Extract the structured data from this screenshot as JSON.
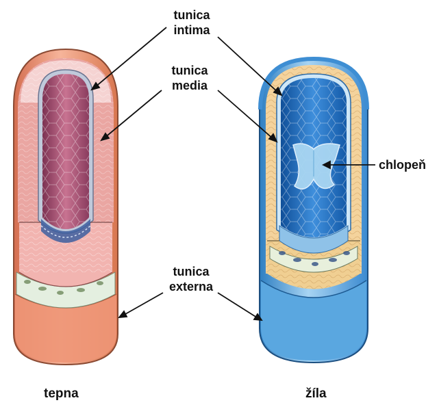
{
  "labels": {
    "intima_1": "tunica",
    "intima_2": "intima",
    "media_1": "tunica",
    "media_2": "media",
    "valve": "chlopeň",
    "externa_1": "tunica",
    "externa_2": "externa",
    "artery": "tepna",
    "vein": "žíla"
  },
  "colors": {
    "artery_outer": "#e98d6e",
    "artery_media": "#f0a8a0",
    "artery_lumen": "#b55d7a",
    "vein_outer": "#4f9fd8",
    "vein_media": "#f4d39c",
    "vein_lumen": "#1f6fc0",
    "valve": "#a9d6f2",
    "leader_line": "#111111"
  }
}
